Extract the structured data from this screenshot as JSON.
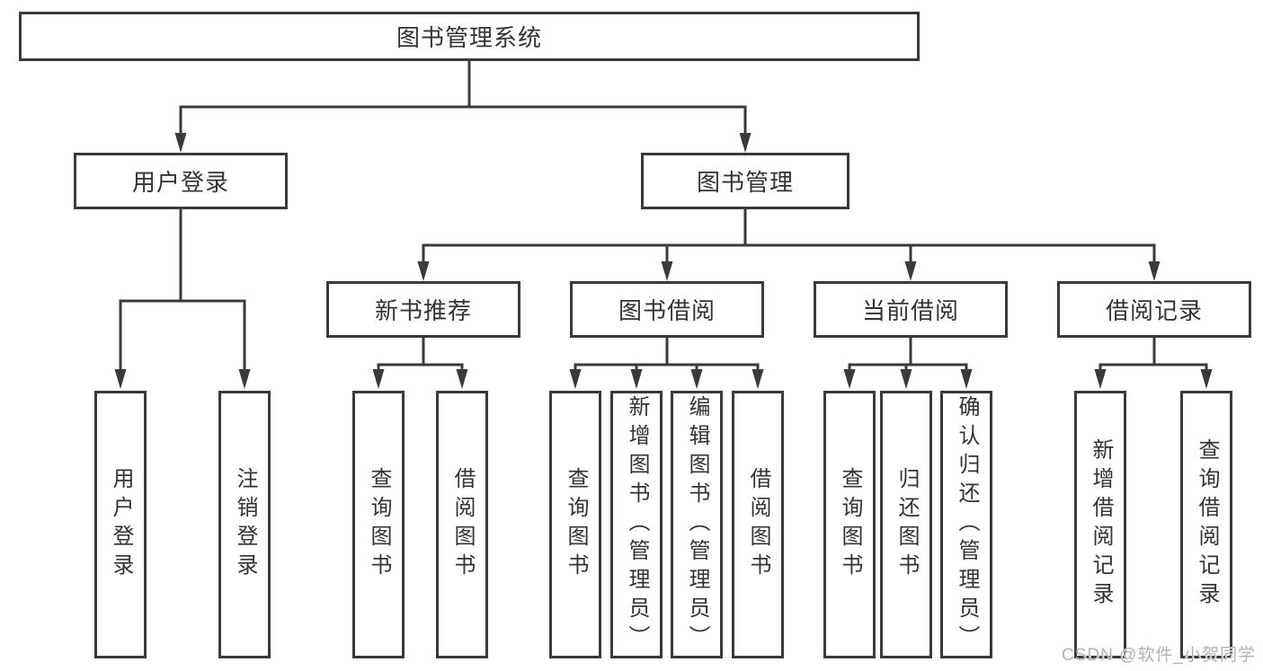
{
  "diagram": {
    "title": "图书管理系统",
    "branches": [
      {
        "label": "用户登录",
        "children": [
          {
            "label": "用户登录"
          },
          {
            "label": "注销登录"
          }
        ]
      },
      {
        "label": "图书管理",
        "children": [
          {
            "label": "新书推荐",
            "children": [
              {
                "label": "查询图书"
              },
              {
                "label": "借阅图书"
              }
            ]
          },
          {
            "label": "图书借阅",
            "children": [
              {
                "label": "查询图书"
              },
              {
                "label": "新增图书（管理员）"
              },
              {
                "label": "编辑图书（管理员）"
              },
              {
                "label": "借阅图书"
              }
            ]
          },
          {
            "label": "当前借阅",
            "children": [
              {
                "label": "查询图书"
              },
              {
                "label": "归还图书"
              },
              {
                "label": "确认归还（管理员）"
              }
            ]
          },
          {
            "label": "借阅记录",
            "children": [
              {
                "label": "新增借阅记录"
              },
              {
                "label": "查询借阅记录"
              }
            ]
          }
        ]
      }
    ]
  },
  "watermark": {
    "text": "CSDN @软件_小贺同学"
  },
  "colors": {
    "line": "#3a3a3a",
    "box_border": "#3a3a3a",
    "box_fill": "#ffffff",
    "text": "#333333",
    "watermark": "#b2b2b2"
  }
}
